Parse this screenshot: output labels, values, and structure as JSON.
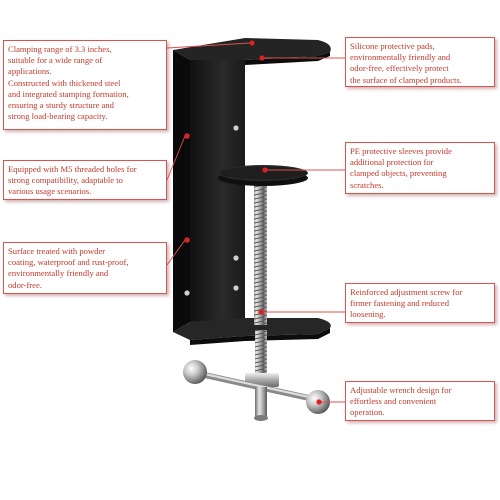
{
  "callouts": {
    "clamp_range": "Clamping range of 3.3 inches,\nsuitable for a wide range of\napplications.\nConstructed with thickened steel\nand integrated stamping formation,\nensuring a sturdy structure and\nstrong load-bearing capacity.",
    "silicone_pads": "Silicone protective pads,\nenvironmentally friendly and\nodor-free, effectively protect\nthe surface of clamped products.",
    "m5_holes": "Equipped with M5 threaded holes for\nstrong compatibility, adaptable to\nvarious usage scenarios.",
    "pe_sleeves": "PE protective sleeves provide\nadditional protection for\nclamped objects, preventing\nscratches.",
    "surface": "Surface treated with powder\ncoating, waterproof and rust-proof,\nenvironmentally friendly and\nodor-free.",
    "screw": "Reinforced adjustment screw for\nfirmer fastening and reduced\nloosening.",
    "wrench": "Adjustable wrench design for\neffortless and convenient\noperation."
  },
  "colors": {
    "accent": "#d9534f",
    "text": "#c0392b",
    "clamp_body": "#1c1c1c"
  }
}
